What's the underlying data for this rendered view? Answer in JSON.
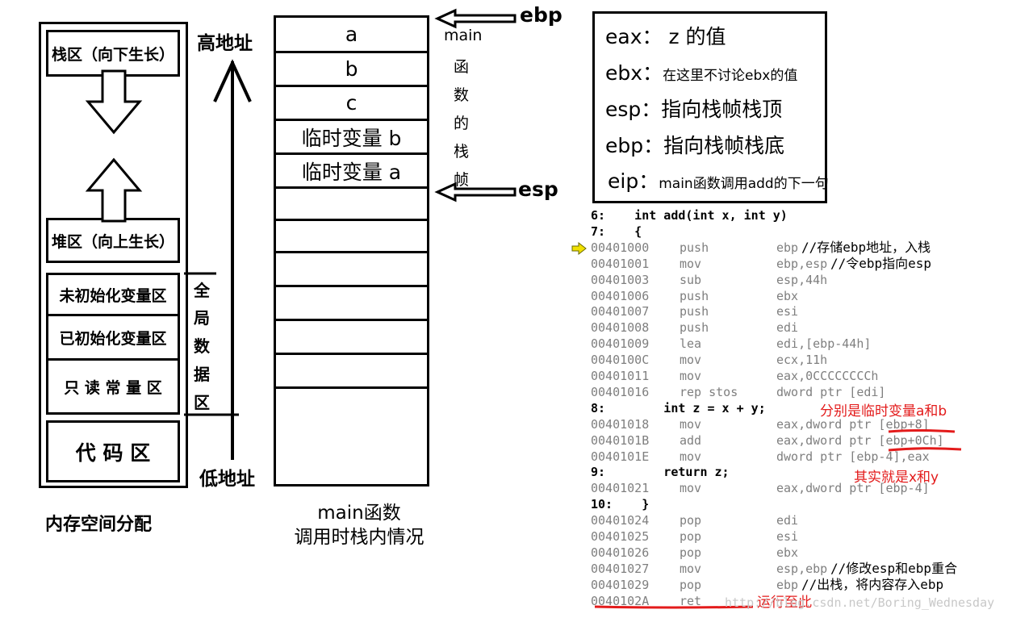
{
  "memory": {
    "stack": "栈区（向下生长）",
    "heap": "堆区（向上生长）",
    "uninit": "未初始化变量区",
    "init": "已初始化变量区",
    "readonly": "只 读 常 量 区",
    "code": "代 码 区",
    "global_chars": [
      "全",
      "局",
      "数",
      "据",
      "区"
    ],
    "caption": "内存空间分配"
  },
  "address": {
    "high": "高地址",
    "low": "低地址"
  },
  "stack_frame": {
    "cells": [
      "a",
      "b",
      "c",
      "临时变量 b",
      "临时变量 a",
      "",
      "",
      "",
      "",
      "",
      ""
    ],
    "side_chars": [
      "main",
      "函",
      "数",
      "的",
      "栈",
      "帧"
    ],
    "ebp_label": "ebp",
    "esp_label": "esp",
    "caption_line1": "main函数",
    "caption_line2": "调用时栈内情况"
  },
  "registers": [
    {
      "name": "eax",
      "sep": "：",
      "desc": " z 的值",
      "small": false
    },
    {
      "name": "ebx",
      "sep": "：",
      "desc": "在这里不讨论ebx的值",
      "small": true
    },
    {
      "name": "esp",
      "sep": "：",
      "desc": "指向栈帧栈顶",
      "small": false
    },
    {
      "name": "ebp",
      "sep": "：",
      "desc": "指向栈帧栈底",
      "small": false
    },
    {
      "name": "eip",
      "sep": "：",
      "desc": "main函数调用add的下一句",
      "small": true
    }
  ],
  "code": [
    {
      "type": "src",
      "text": "6:    int add(int x, int y)"
    },
    {
      "type": "src",
      "text": "7:    {"
    },
    {
      "type": "asm",
      "addr": "00401000",
      "op": "push",
      "arg": "ebp",
      "comment": "//存储ebp地址，入栈"
    },
    {
      "type": "asm",
      "addr": "00401001",
      "op": "mov",
      "arg": "ebp,esp",
      "comment": "//令ebp指向esp"
    },
    {
      "type": "asm",
      "addr": "00401003",
      "op": "sub",
      "arg": "esp,44h",
      "comment": ""
    },
    {
      "type": "asm",
      "addr": "00401006",
      "op": "push",
      "arg": "ebx",
      "comment": ""
    },
    {
      "type": "asm",
      "addr": "00401007",
      "op": "push",
      "arg": "esi",
      "comment": ""
    },
    {
      "type": "asm",
      "addr": "00401008",
      "op": "push",
      "arg": "edi",
      "comment": ""
    },
    {
      "type": "asm",
      "addr": "00401009",
      "op": "lea",
      "arg": "edi,[ebp-44h]",
      "comment": ""
    },
    {
      "type": "asm",
      "addr": "0040100C",
      "op": "mov",
      "arg": "ecx,11h",
      "comment": ""
    },
    {
      "type": "asm",
      "addr": "00401011",
      "op": "mov",
      "arg": "eax,0CCCCCCCCh",
      "comment": ""
    },
    {
      "type": "asm",
      "addr": "00401016",
      "op": "rep stos",
      "arg": "dword ptr [edi]",
      "comment": ""
    },
    {
      "type": "src",
      "text": "8:        int z = x + y;"
    },
    {
      "type": "asm",
      "addr": "00401018",
      "op": "mov",
      "arg": "eax,dword ptr [ebp+8]",
      "comment": ""
    },
    {
      "type": "asm",
      "addr": "0040101B",
      "op": "add",
      "arg": "eax,dword ptr [ebp+0Ch]",
      "comment": ""
    },
    {
      "type": "asm",
      "addr": "0040101E",
      "op": "mov",
      "arg": "dword ptr [ebp-4],eax",
      "comment": ""
    },
    {
      "type": "src",
      "text": "9:        return z;"
    },
    {
      "type": "asm",
      "addr": "00401021",
      "op": "mov",
      "arg": "eax,dword ptr [ebp-4]",
      "comment": ""
    },
    {
      "type": "src",
      "text": "10:    }"
    },
    {
      "type": "asm",
      "addr": "00401024",
      "op": "pop",
      "arg": "edi",
      "comment": ""
    },
    {
      "type": "asm",
      "addr": "00401025",
      "op": "pop",
      "arg": "esi",
      "comment": ""
    },
    {
      "type": "asm",
      "addr": "00401026",
      "op": "pop",
      "arg": "ebx",
      "comment": ""
    },
    {
      "type": "asm",
      "addr": "00401027",
      "op": "mov",
      "arg": "esp,ebp",
      "comment": "//修改esp和ebp重合"
    },
    {
      "type": "asm",
      "addr": "00401029",
      "op": "pop",
      "arg": "ebp",
      "comment": "//出栈，将内容存入ebp"
    },
    {
      "type": "asm",
      "addr": "0040102A",
      "op": "ret",
      "arg": "",
      "comment": ""
    }
  ],
  "annotations": {
    "temp_vars": "分别是临时变量a和b",
    "xy": "其实就是x和y",
    "run_to": "运行至此"
  },
  "watermark": "http://blog.csdn.net/Boring_Wednesday",
  "colors": {
    "annotation": "#e31b1b",
    "asm_gray": "#7f7f7f",
    "arrow_marker": "#f0e000"
  }
}
